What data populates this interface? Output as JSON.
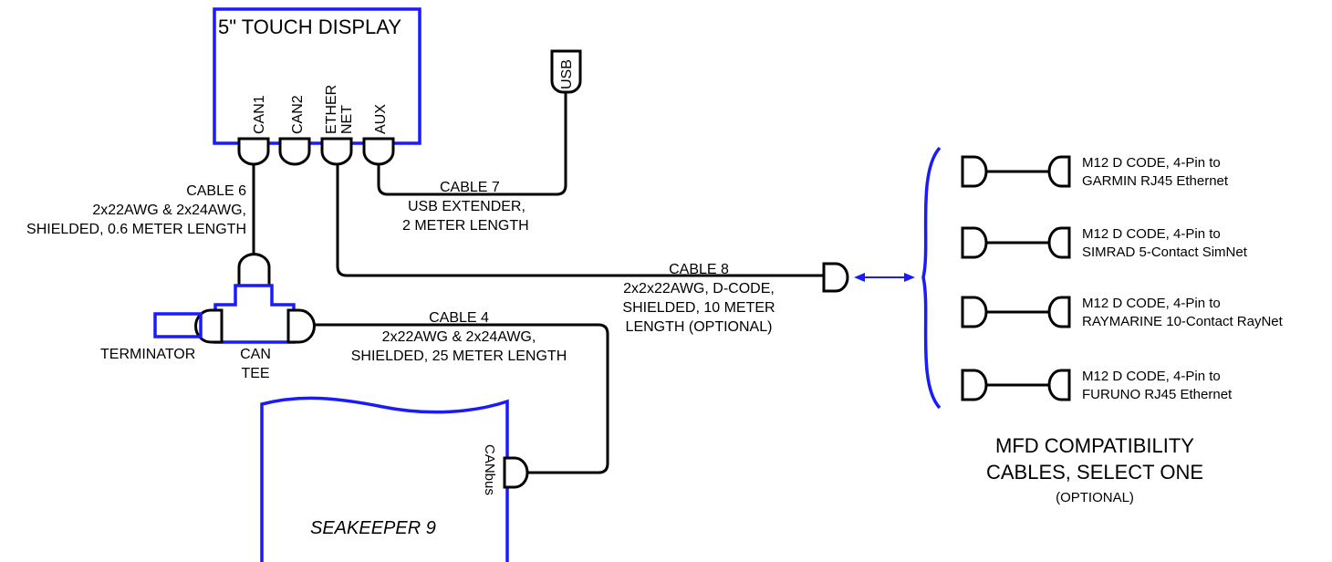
{
  "display": {
    "title": "5\" TOUCH DISPLAY",
    "ports": [
      "CAN1",
      "CAN2",
      "ETHER",
      "NET",
      "AUX"
    ]
  },
  "usb": {
    "label": "USB"
  },
  "cable6": {
    "title": "CABLE 6",
    "line1": "2x22AWG & 2x24AWG,",
    "line2": "SHIELDED, 0.6 METER LENGTH"
  },
  "cable7": {
    "title": "CABLE 7",
    "line1": "USB EXTENDER,",
    "line2": "2 METER LENGTH"
  },
  "cable8": {
    "title": "CABLE 8",
    "line1": "2x2x22AWG, D-CODE,",
    "line2": "SHIELDED, 10 METER",
    "line3": "LENGTH (OPTIONAL)"
  },
  "cable4": {
    "title": "CABLE 4",
    "line1": "2x22AWG & 2x24AWG,",
    "line2": "SHIELDED, 25 METER LENGTH"
  },
  "terminator": {
    "label": "TERMINATOR"
  },
  "can_tee": {
    "line1": "CAN",
    "line2": "TEE"
  },
  "seakeeper": {
    "title": "SEAKEEPER 9",
    "port": "CANbus"
  },
  "mfd_options": [
    {
      "line1": "M12 D CODE, 4-Pin to",
      "line2": "GARMIN RJ45 Ethernet"
    },
    {
      "line1": "M12 D CODE, 4-Pin to",
      "line2": "SIMRAD 5-Contact SimNet"
    },
    {
      "line1": "M12 D CODE, 4-Pin to",
      "line2": "RAYMARINE 10-Contact RayNet"
    },
    {
      "line1": "M12 D CODE, 4-Pin to",
      "line2": "FURUNO RJ45 Ethernet"
    }
  ],
  "mfd_caption": {
    "line1": "MFD COMPATIBILITY",
    "line2": "CABLES, SELECT ONE",
    "line3": "(OPTIONAL)"
  },
  "colors": {
    "outline": "#1a1aff",
    "wire": "#000000"
  }
}
